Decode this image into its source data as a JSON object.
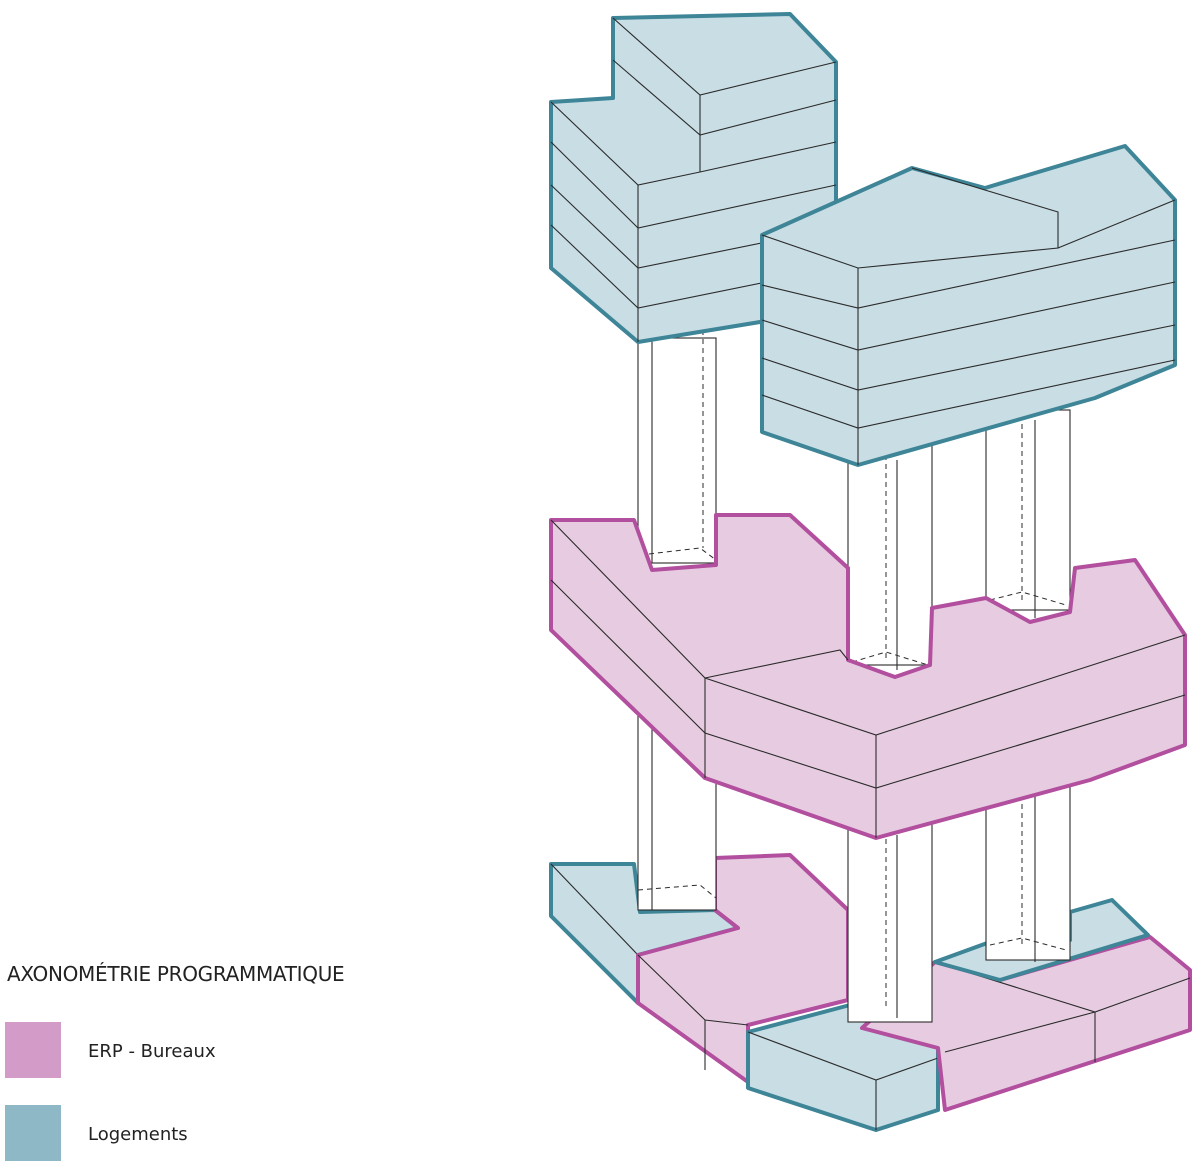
{
  "legend": {
    "title": "AXONOMÉTRIE PROGRAMMATIQUE",
    "items": [
      {
        "label": "ERP - Bureaux",
        "color": "#d39cc8"
      },
      {
        "label": "Logements",
        "color": "#8fb8c6"
      }
    ]
  },
  "colors": {
    "erp_fill": "#e7cce1",
    "erp_stroke": "#b24f9e",
    "logement_fill": "#c8dde4",
    "logement_stroke": "#3d8597",
    "line": "#2b2b2b"
  }
}
